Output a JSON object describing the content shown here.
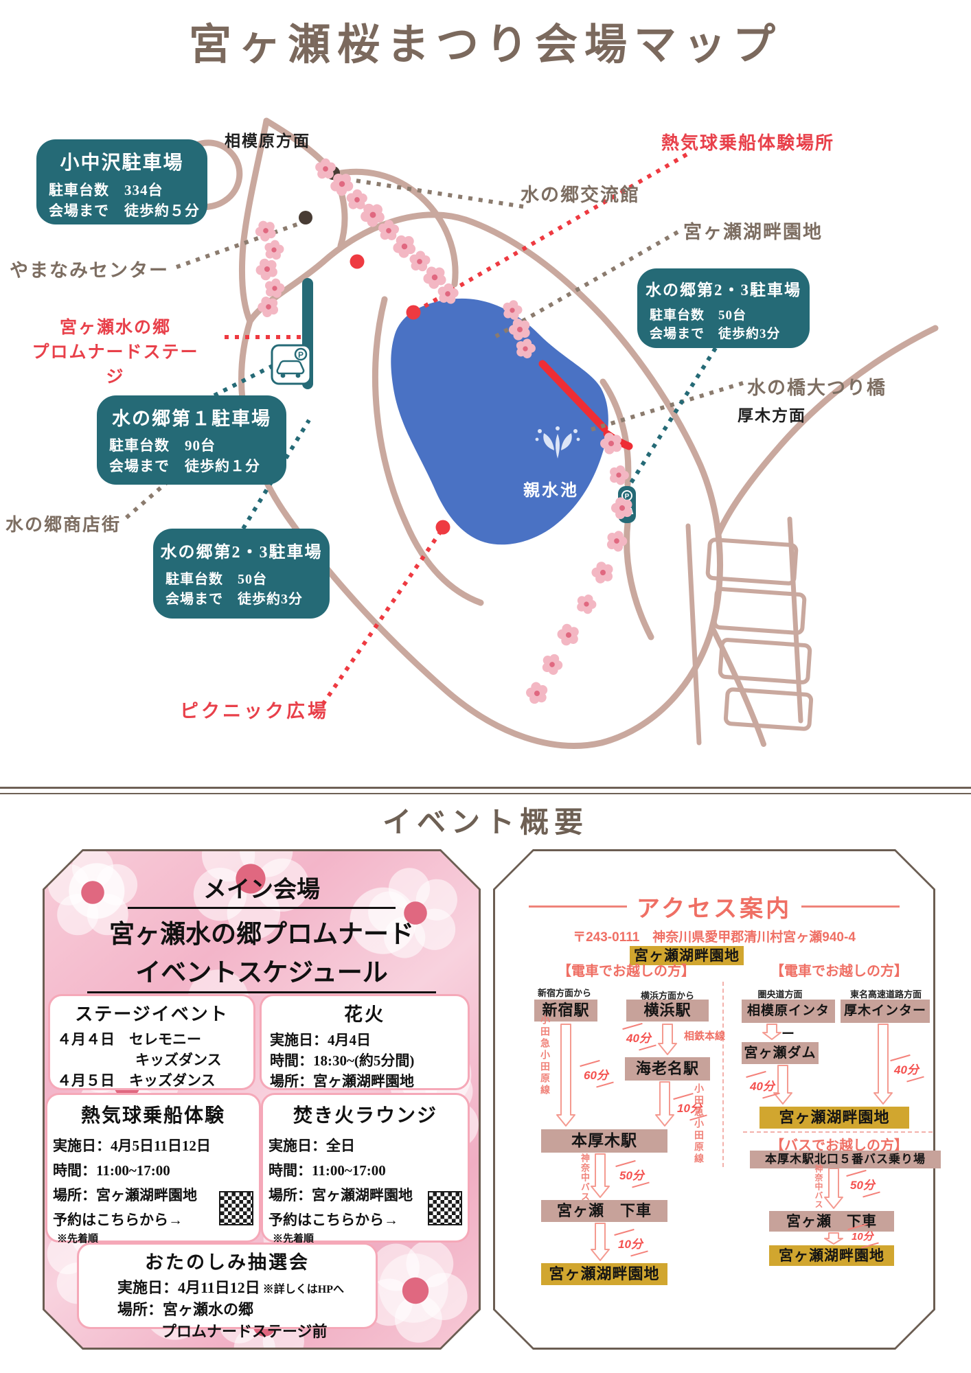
{
  "title": "宮ヶ瀬桜まつり会場マップ",
  "section_title": "イベント概要",
  "colors": {
    "teal": "#256a76",
    "red": "#e8404a",
    "brown": "#7d6e62",
    "road": "#c9a89e",
    "lake": "#4a72c4",
    "salmon": "#ef6f64",
    "gold": "#d1a62f",
    "station_box": "#c7a29a",
    "pink_border": "#f5a8b8"
  },
  "map": {
    "sagamihara": "相模原方面",
    "atsugi": "厚木方面",
    "balloon": "熱気球乗船体験場所",
    "koryukan": "水の郷交流館",
    "kohan": "宮ヶ瀬湖畔園地",
    "yamanami": "やまなみセンター",
    "stage1": "宮ヶ瀬水の郷",
    "stage2": "プロムナードステージ",
    "shotengai": "水の郷商店街",
    "bridge": "水の橋大つり橋",
    "picnic": "ピクニック広場",
    "lake": "親水池",
    "p1": {
      "title": "小中沢駐車場",
      "cap": "駐車台数　334台",
      "walk": "会場まで　徒歩約５分"
    },
    "p2": {
      "title": "水の郷第１駐車場",
      "cap": "駐車台数　90台",
      "walk": "会場まで　徒歩約１分"
    },
    "p3": {
      "title": "水の郷第2・3駐車場",
      "cap": "駐車台数　50台",
      "walk": "会場まで　徒歩約3分"
    },
    "p4": {
      "title": "水の郷第2・3駐車場",
      "cap": "駐車台数　50台",
      "walk": "会場まで　徒歩約3分"
    }
  },
  "main_panel": {
    "h1": "メイン会場",
    "h2": "宮ヶ瀬水の郷プロムナード",
    "h3": "イベントスケジュール",
    "stage": {
      "title": "ステージイベント",
      "l1": "４月４日　セレモニー",
      "l2": "キッズダンス",
      "l3": "４月５日　キッズダンス"
    },
    "hanabi": {
      "title": "花火",
      "l1": "実施日：4月4日",
      "l2": "時間：18:30~(約5分間)",
      "l3": "場所：宮ヶ瀬湖畔園地"
    },
    "balloon": {
      "title": "熱気球乗船体験",
      "l1": "実施日：4月5日11日12日",
      "l2": "時間：11:00~17:00",
      "l3": "場所：宮ヶ瀬湖畔園地",
      "l4": "予約はこちらから→",
      "note": "※先着順"
    },
    "bonfire": {
      "title": "焚き火ラウンジ",
      "l1": "実施日：全日",
      "l2": "時間：11:00~17:00",
      "l3": "場所：宮ヶ瀬湖畔園地",
      "l4": "予約はこちらから→",
      "note": "※先着順"
    },
    "lottery": {
      "title": "おたのしみ抽選会",
      "l1": "実施日：4月11日12日",
      "hp": "※詳しくはHPへ",
      "l2": "場所：宮ヶ瀬水の郷",
      "l3": "プロムナードステージ前"
    }
  },
  "access": {
    "title": "アクセス案内",
    "address": "〒243-0111　神奈川県愛甲郡清川村宮ヶ瀬940-4",
    "dest": "宮ヶ瀬湖畔園地",
    "train": {
      "header": "【電車でお越しの方】",
      "from1": "新宿方面から",
      "st1": "新宿駅",
      "t60": "60分",
      "line1": "小田急小田原線",
      "from2": "横浜方面から",
      "st2": "横浜駅",
      "t40": "40分",
      "line2": "相鉄本線",
      "st3": "海老名駅",
      "t10": "10分",
      "line3": "小田急小田原線",
      "st4": "本厚木駅",
      "busline": "神奈中バス",
      "t50": "50分",
      "st5": "宮ヶ瀬　下車",
      "t10b": "10分",
      "goal": "宮ヶ瀬湖畔園地"
    },
    "car": {
      "header": "【電車でお越しの方】",
      "from1": "圏央道方面",
      "ic1": "相模原インター",
      "from2": "東名高速道路方面",
      "ic2": "厚木インター",
      "dam": "宮ヶ瀬ダム",
      "t40a": "40分",
      "t40b": "40分",
      "goal": "宮ヶ瀬湖畔園地"
    },
    "bus": {
      "header": "【バスでお越しの方】",
      "stop": "本厚木駅北口５番バス乗り場",
      "busline": "神奈中バス",
      "t50": "50分",
      "st": "宮ヶ瀬　下車",
      "t10": "10分",
      "goal": "宮ヶ瀬湖畔園地"
    }
  }
}
